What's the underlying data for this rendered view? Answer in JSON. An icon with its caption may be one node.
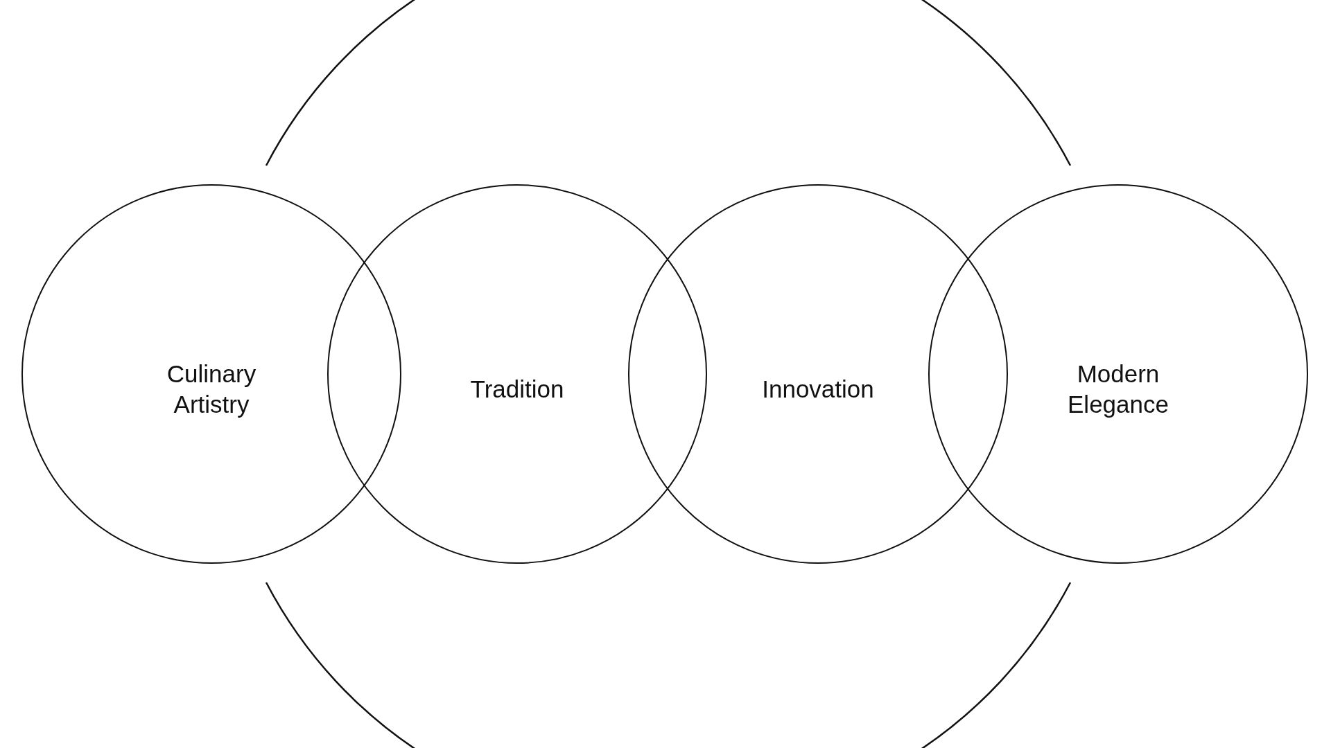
{
  "diagram": {
    "nodes": [
      {
        "text": [],
        "shape": "circle"
      },
      {
        "text": [
          "Culinary Artistry"
        ]
      },
      {
        "text": [
          "Tradition"
        ],
        "in": 0
      },
      {
        "text": [
          "Innovation"
        ],
        "in": 0
      },
      {
        "text": [
          "Modern Elegance"
        ]
      }
    ],
    "edges": []
  }
}
